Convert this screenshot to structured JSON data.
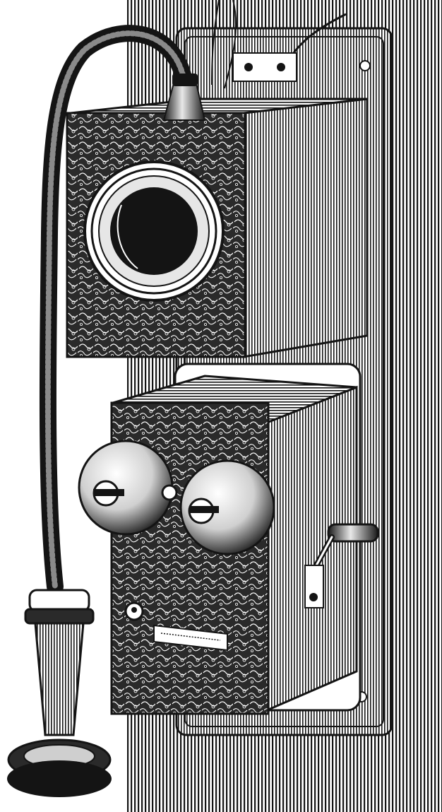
{
  "image": {
    "subject": "antique-wall-telephone-engraving",
    "style": "black-and-white engraving",
    "colors": {
      "paper": "#ffffff",
      "ink": "#141414",
      "mid_ink": "#3a3a3a"
    },
    "parts": [
      "wall-board",
      "upper-box",
      "mouthpiece-horn",
      "receiver-cord",
      "lower-box",
      "left-bell",
      "right-bell",
      "crank-handle",
      "hook-switch",
      "name-plate",
      "receiver-earpiece"
    ]
  }
}
